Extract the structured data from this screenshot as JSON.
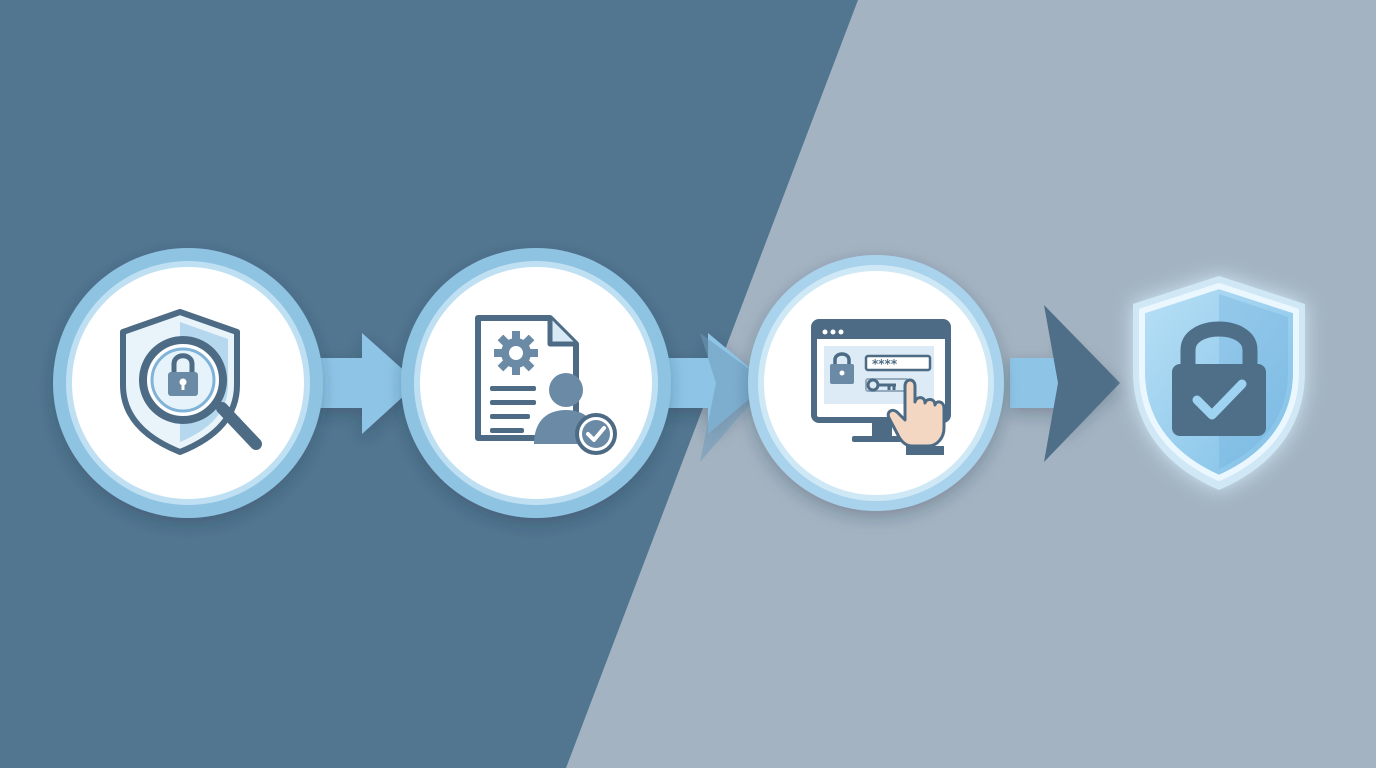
{
  "background": {
    "left_color": "#527690",
    "right_color": "#a3b3c1"
  },
  "palette": {
    "ring": "#8ec3e2",
    "ring_light": "#bfe0f3",
    "circle_fill": "#ffffff",
    "icon_dark": "#4d6b84",
    "icon_mid": "#6a8aa6",
    "icon_accent": "#7fb3d8",
    "arrow_fill": "#8ec5e6",
    "arrow_dark": "#4f6e88",
    "shield_glow": "#d9f1ff",
    "shield_fill": "#9ecfee",
    "skin": "#f3d7c2"
  },
  "steps": [
    {
      "id": "assess",
      "icon": "shield-search-lock-icon"
    },
    {
      "id": "configure",
      "icon": "document-gear-user-check-icon"
    },
    {
      "id": "authenticate",
      "icon": "monitor-login-key-click-icon"
    },
    {
      "id": "secured",
      "icon": "shield-lock-check-icon"
    }
  ],
  "connectors": [
    {
      "from": "assess",
      "to": "configure",
      "style": "light-arrow"
    },
    {
      "from": "configure",
      "to": "authenticate",
      "style": "light-arrow"
    },
    {
      "from": "authenticate",
      "to": "secured",
      "style": "light-arrow-dark-head"
    }
  ]
}
